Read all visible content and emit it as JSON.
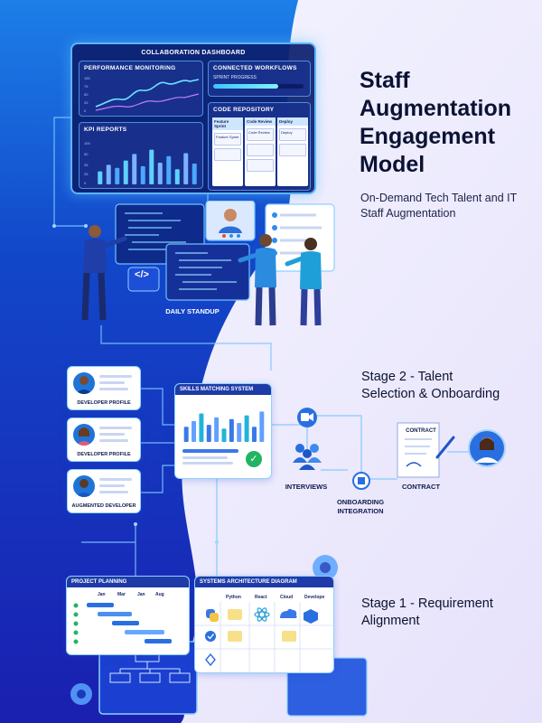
{
  "heading": {
    "title_lines": [
      "Staff",
      "Augmentation",
      "Engagement",
      "Model"
    ],
    "subtitle": "On-Demand Tech Talent and IT Staff Augmentation"
  },
  "dashboard": {
    "title": "COLLABORATION DASHBOARD",
    "performance": {
      "title": "PERFORMANCE MONITORING",
      "y_ticks": [
        "150",
        "75",
        "50",
        "25",
        "0"
      ]
    },
    "workflows": {
      "title": "CONNECTED WORKFLOWS",
      "progress_label": "SPRINT PROGRESS",
      "progress": 0.72
    },
    "kpi": {
      "title": "KPI REPORTS",
      "y_ticks": [
        "100",
        "50",
        "35",
        "25",
        "0"
      ],
      "bars": [
        0.3,
        0.45,
        0.38,
        0.55,
        0.7,
        0.42,
        0.8,
        0.5,
        0.65,
        0.35,
        0.72,
        0.48
      ]
    },
    "repo": {
      "title": "CODE REPOSITORY",
      "columns": [
        {
          "header": "Feature Sprint",
          "card": "Feature Sprint"
        },
        {
          "header": "Code Review",
          "card": "Code Review"
        },
        {
          "header": "Deploy",
          "card": "Deploy"
        }
      ]
    }
  },
  "standup": {
    "label": "DAILY STANDUP",
    "code_icon": "</>"
  },
  "stage2": {
    "title_lines": [
      "Stage 2 - Talent",
      "Selection & Onboarding"
    ],
    "profiles": [
      "DEVELOPER PROFILE",
      "DEVELOPER PROFILE",
      "AUGMENTED DEVELOPER"
    ],
    "skills": {
      "title": "SKILLS MATCHING SYSTEM",
      "bars": [
        0.4,
        0.55,
        0.75,
        0.45,
        0.65,
        0.35,
        0.6,
        0.5,
        0.7,
        0.4,
        0.8
      ]
    },
    "interviews": "INTERVIEWS",
    "onboarding": [
      "ONBOARDING",
      "INTEGRATION"
    ],
    "contract_doc": "CONTRACT",
    "contract": "CONTRACT"
  },
  "stage1": {
    "title_lines": [
      "Stage 1 - Requirement",
      "Alignment"
    ],
    "planning": {
      "title": "PROJECT PLANNING",
      "months": [
        "Jan",
        "Mar",
        "Jan",
        "Aug"
      ]
    },
    "architecture": {
      "title": "SYSTEMS ARCHITECTURE DIAGRAM",
      "columns": [
        "Python",
        "React",
        "Cloud",
        "Develope"
      ]
    }
  },
  "colors": {
    "accent": "#5fb3ff",
    "deep_blue": "#0a1f8f",
    "green_check": "#22b463"
  }
}
